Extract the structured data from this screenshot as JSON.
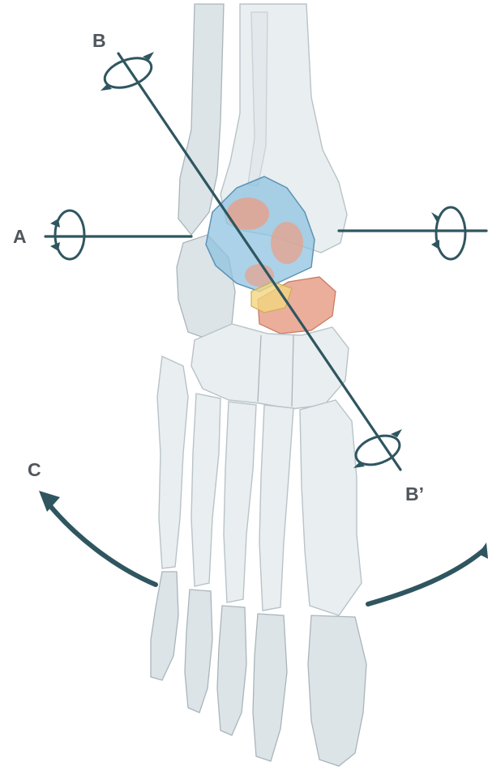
{
  "labels": {
    "axis_a": "A",
    "axis_b": "B",
    "axis_b_prime": "B’",
    "axis_c": "C"
  },
  "colors": {
    "axis": "#2f5660",
    "bone": "#e9eef0",
    "talus_overlay": "#8fc3e0",
    "navicular_overlay": "#e8a08a",
    "cuboid_overlay": "#f2d680"
  }
}
